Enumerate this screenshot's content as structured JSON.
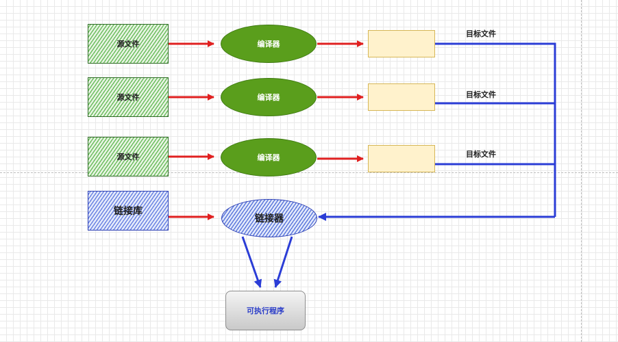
{
  "nodes": {
    "source_files": [
      {
        "label": "源文件"
      },
      {
        "label": "源文件"
      },
      {
        "label": "源文件"
      }
    ],
    "compilers": [
      {
        "label": "编译器"
      },
      {
        "label": "编译器"
      },
      {
        "label": "编译器"
      }
    ],
    "object_files": [
      {
        "label": "目标文件"
      },
      {
        "label": "目标文件"
      },
      {
        "label": "目标文件"
      }
    ],
    "library": {
      "label": "链接库"
    },
    "linker": {
      "label": "链接器"
    },
    "executable": {
      "label": "可执行程序"
    }
  },
  "colors": {
    "source_fill": "#6fbf62",
    "compiler_fill": "#5a9e1c",
    "object_fill": "#fff2cc",
    "library_fill": "#6d86e3",
    "red_arrow": "#e02020",
    "blue_arrow": "#2b3dd6"
  }
}
